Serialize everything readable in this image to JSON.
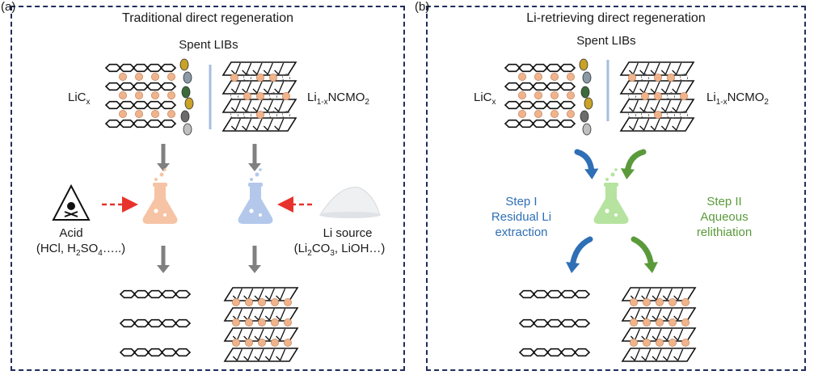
{
  "panel_a": {
    "label": "(a)",
    "title": "Traditional direct regeneration",
    "spent": "Spent LIBs",
    "licx_main": "LiC",
    "licx_sub": "x",
    "ncm_pre": "Li",
    "ncm_sub": "1-x",
    "ncm_post": "NCMO",
    "ncm_sub2": "2",
    "acid_label": "Acid",
    "acid_detail_1": "(HCl, H",
    "acid_sub_1": "2",
    "acid_detail_2": "SO",
    "acid_sub_2": "4",
    "acid_detail_3": "…..)",
    "li_source_label": "Li source",
    "li_detail_1": "(Li",
    "li_sub_1": "2",
    "li_detail_2": "CO",
    "li_sub_2": "3",
    "li_detail_3": ", LiOH…)"
  },
  "panel_b": {
    "label": "(b)",
    "title": "Li-retrieving direct regeneration",
    "spent": "Spent LIBs",
    "licx_main": "LiC",
    "licx_sub": "x",
    "ncm_pre": "Li",
    "ncm_sub": "1-x",
    "ncm_post": "NCMO",
    "ncm_sub2": "2",
    "step1_line1": "Step I",
    "step1_line2": "Residual Li",
    "step1_line3": "extraction",
    "step2_line1": "Step II",
    "step2_line2": "Aqueous",
    "step2_line3": "relithiation"
  },
  "colors": {
    "frame": "#1f2d5c",
    "li_ion": "#f0b48c",
    "acid_flask": "#f6c4a4",
    "li_flask": "#b4c8ec",
    "green_flask": "#b6e3a0",
    "step1": "#2f6fb5",
    "step2": "#5a9a3a",
    "red_arrow": "#e8322c",
    "grey_arrow": "#808080"
  }
}
